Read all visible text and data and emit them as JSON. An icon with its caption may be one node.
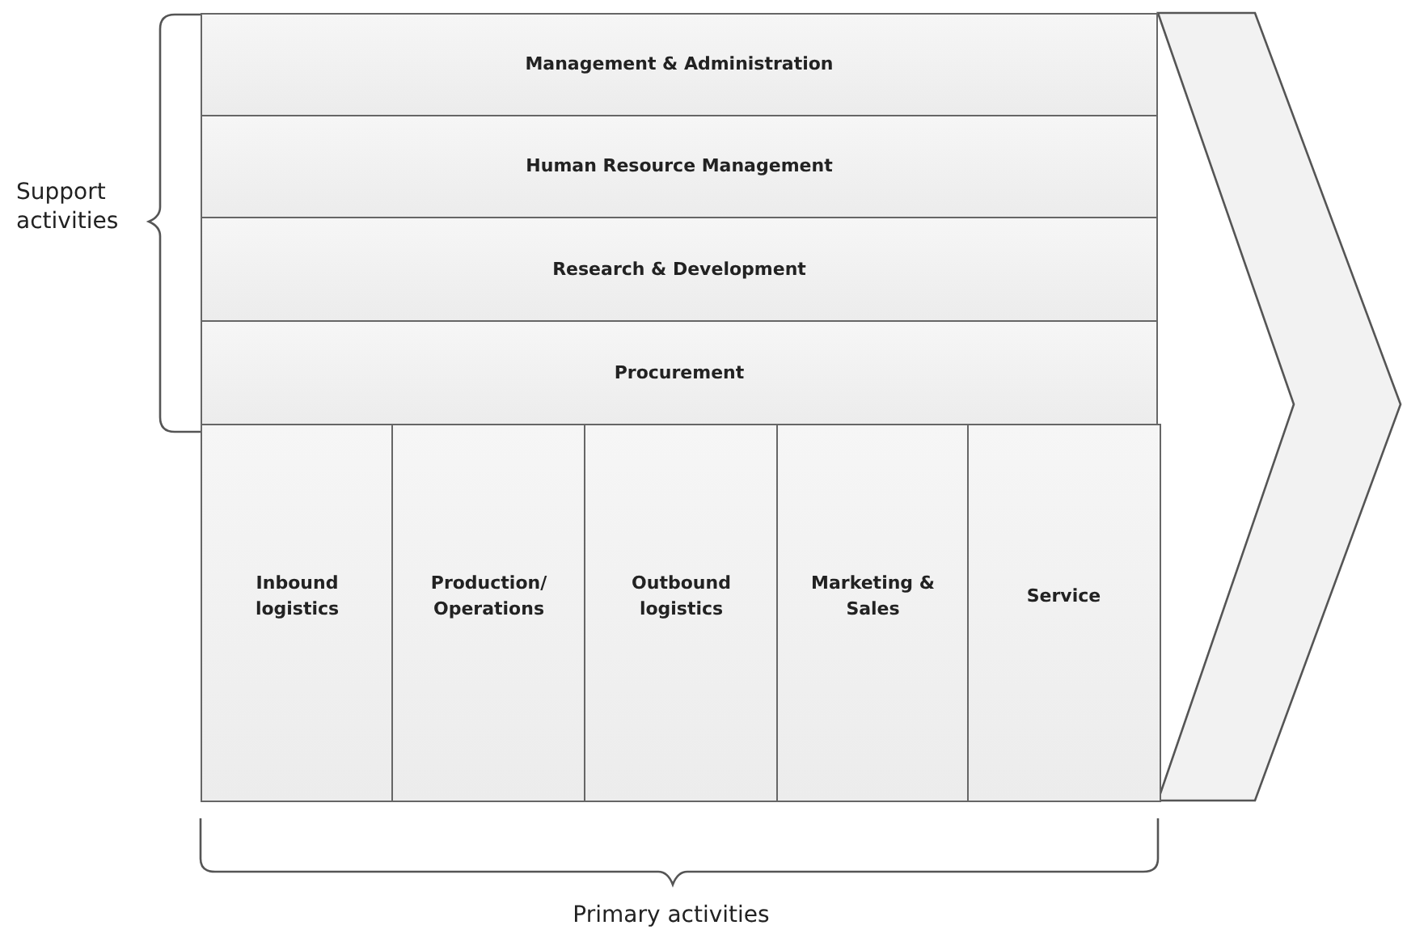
{
  "diagram": {
    "nodes": [
      {
        "text": [
          "Management & Administration"
        ]
      },
      {
        "text": [
          "Human Resource Management"
        ]
      },
      {
        "text": [
          "Research & Development"
        ]
      },
      {
        "text": [
          "Procurement"
        ]
      },
      {
        "text": [
          "Inbound logistics"
        ]
      },
      {
        "text": [
          "Production/ Operations"
        ]
      },
      {
        "text": [
          "Outbound logistics"
        ]
      },
      {
        "text": [
          "Marketing & Sales"
        ]
      },
      {
        "text": [
          "Service"
        ]
      },
      {
        "text": [],
        "shape": "chevron"
      }
    ],
    "labels": [
      "Support activities",
      "Primary activities"
    ]
  }
}
